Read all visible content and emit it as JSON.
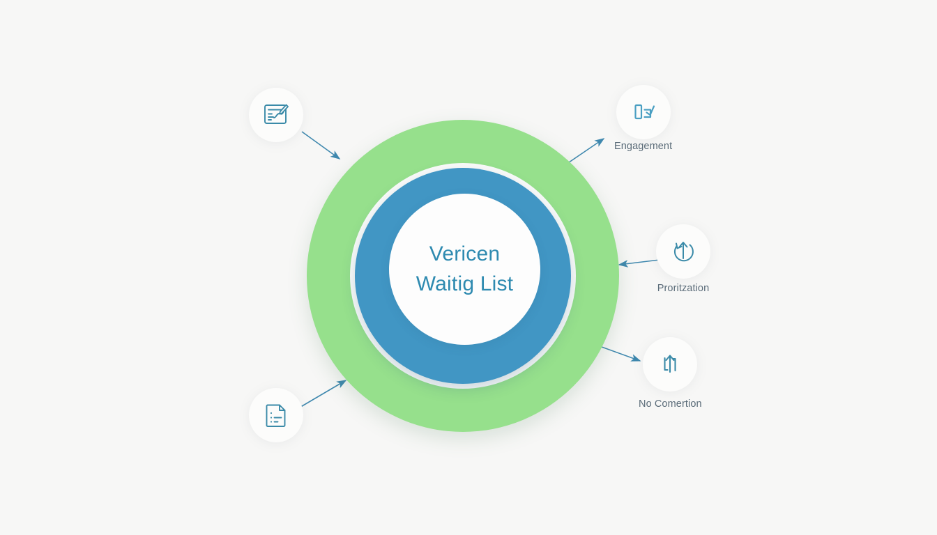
{
  "diagram": {
    "type": "concentric-circle-hub-and-spoke",
    "background_color": "#f7f7f6",
    "center": {
      "title_line_1": "Vericen",
      "title_line_2": "Waitig List",
      "text_color": "#2e8ab0",
      "outer_ring_color": "#96e08c",
      "middle_ring_color": "#4196c4",
      "inner_disc_color": "#fdfdfd"
    },
    "connector_color": "#3f88ae",
    "nodes": [
      {
        "id": "analytics",
        "icon": "chart-document-pen-icon",
        "label": "",
        "arrow": "arrow-into-center-from-top-left"
      },
      {
        "id": "engagement",
        "icon": "bar-check-icon",
        "label": "Engagement",
        "arrow": "arrow-out-of-center-to-top-right"
      },
      {
        "id": "prioritization",
        "icon": "refresh-up-arrow-icon",
        "label": "Proritzation",
        "arrow": "arrow-into-center-from-right"
      },
      {
        "id": "conversion",
        "icon": "up-arrow-brackets-icon",
        "label": "No Comertion",
        "arrow": "arrow-out-of-center-to-bottom-right"
      },
      {
        "id": "document",
        "icon": "document-list-icon",
        "label": "",
        "arrow": "arrow-into-center-from-bottom-left"
      }
    ]
  }
}
